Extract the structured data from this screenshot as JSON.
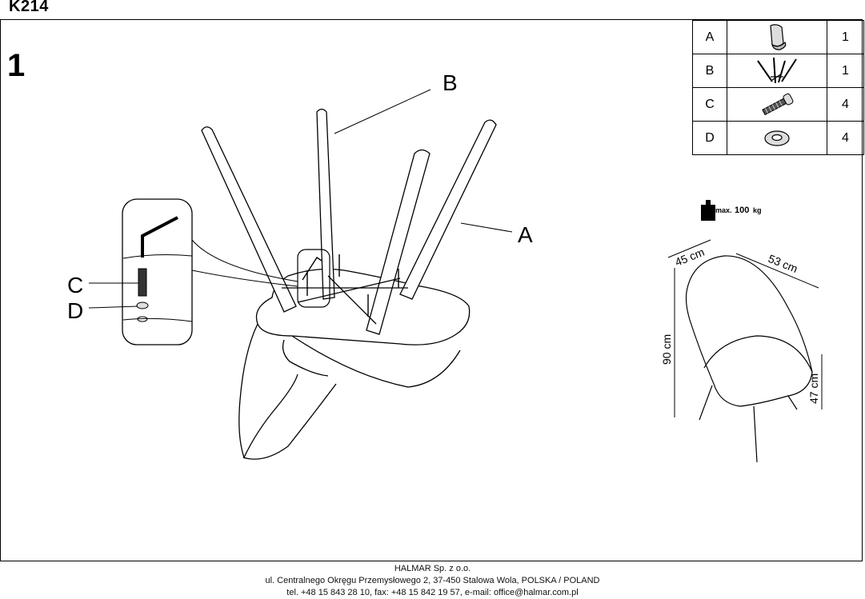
{
  "model_code": "K214",
  "step_number": "1",
  "parts": [
    {
      "letter": "A",
      "icon": "chair-seat-icon",
      "qty": "1"
    },
    {
      "letter": "B",
      "icon": "chair-legs-icon",
      "qty": "1"
    },
    {
      "letter": "C",
      "icon": "bolt-icon",
      "qty": "4"
    },
    {
      "letter": "D",
      "icon": "washer-icon",
      "qty": "4"
    }
  ],
  "callouts": {
    "a": "A",
    "b": "B",
    "c": "C",
    "d": "D"
  },
  "capacity": {
    "prefix": "max.",
    "value": "100",
    "unit": "kg"
  },
  "dimensions": {
    "depth": "45 cm",
    "width": "53 cm",
    "height": "90 cm",
    "seat_height": "47 cm"
  },
  "footer": {
    "company": "HALMAR Sp. z o.o.",
    "address": "ul. Centralnego Okręgu Przemysłowego 2, 37-450 Stalowa Wola, POLSKA / POLAND",
    "contact": "tel. +48 15 843 28 10, fax: +48 15 842 19 57, e-mail: office@halmar.com.pl"
  }
}
